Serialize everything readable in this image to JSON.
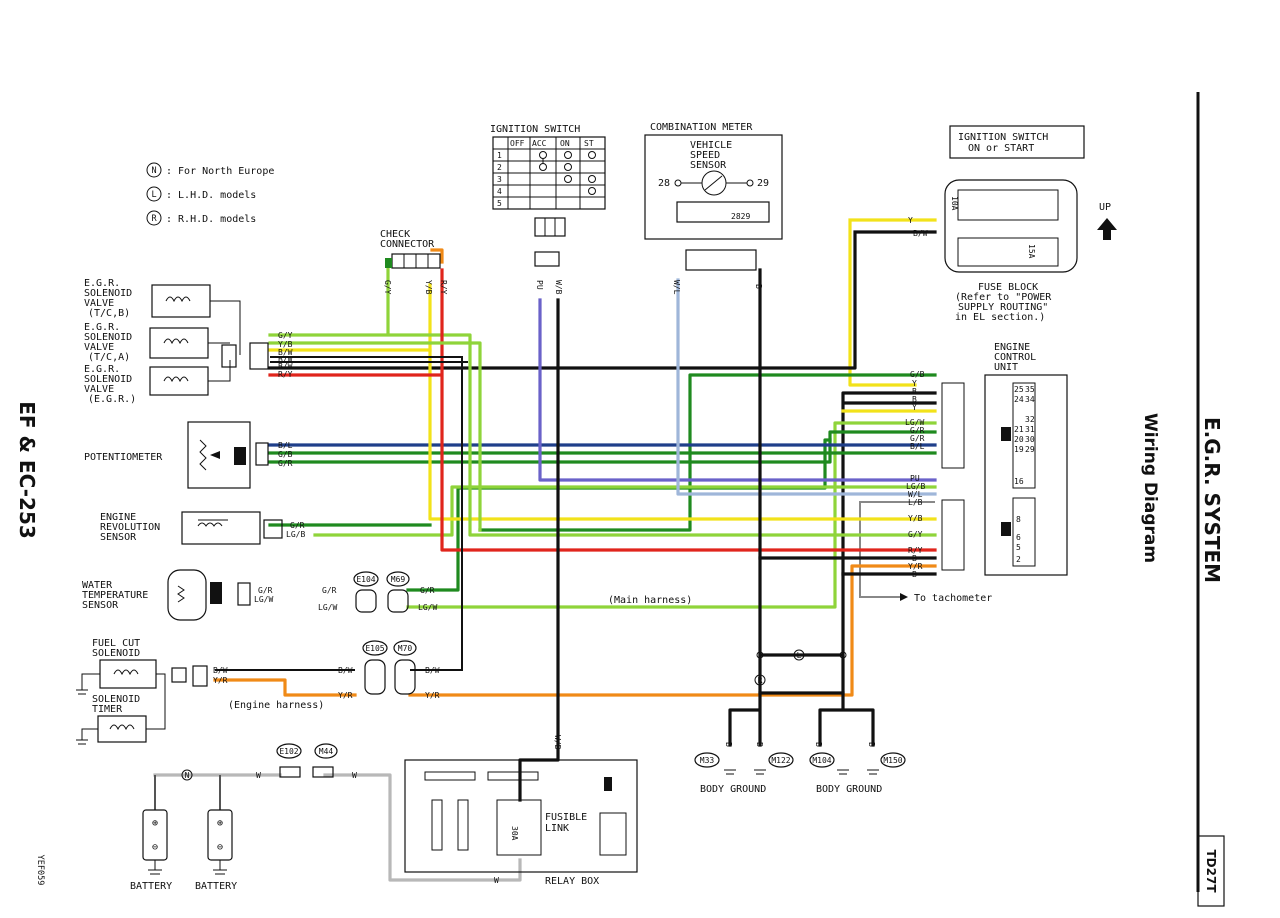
{
  "legend": [
    {
      "symbol": "N",
      "text": ": For North Europe"
    },
    {
      "symbol": "L",
      "text": ": L.H.D. models"
    },
    {
      "symbol": "R",
      "text": ": R.H.D. models"
    }
  ],
  "side_title": "EF & EC-253",
  "right_title": "E.G.R. SYSTEM",
  "right_subtitle": "Wiring Diagram",
  "model_badge": "TD27T",
  "image_code": "YEF059",
  "colors": {
    "green": "#1f8a1f",
    "light_green": "#8fd43a",
    "yellow": "#f2e21a",
    "orange": "#f08a17",
    "red": "#e0251c",
    "blue_purple": "#6a62c9",
    "light_blue": "#9fb6d9",
    "black": "#111111",
    "gray": "#b8b8b8"
  },
  "components": {
    "check_connector": [
      "CHECK",
      "CONNECTOR"
    ],
    "ignition_switch": {
      "title": "IGNITION SWITCH",
      "headers": [
        "OFF",
        "ACC",
        "ON",
        "ST"
      ],
      "rows": [
        "1",
        "2",
        "3",
        "4",
        "5"
      ]
    },
    "combination_meter": {
      "title": "COMBINATION METER",
      "lines": [
        "VEHICLE",
        "SPEED",
        "SENSOR"
      ],
      "pin_left": "28",
      "pin_right": "29",
      "pin_label": "2829"
    },
    "ign_on_start": [
      "IGNITION SWITCH",
      "ON or START"
    ],
    "fuse_10a": "10A",
    "fuse_15a": "15A",
    "fuse_block": [
      "FUSE BLOCK",
      "(Refer to \"POWER",
      "SUPPLY ROUTING\"",
      "in EL section.)"
    ],
    "up": "UP",
    "ecu": {
      "title": [
        "ENGINE",
        "CONTROL",
        "UNIT"
      ],
      "pins": [
        "25",
        "35",
        "24",
        "34",
        "32",
        "21",
        "31",
        "20",
        "30",
        "19",
        "29",
        "16",
        "8",
        "6",
        "5",
        "2"
      ]
    },
    "egr_valve_tcb": [
      "E.G.R.",
      "SOLENOID",
      "VALVE",
      "(T/C,B)"
    ],
    "egr_valve_tca": [
      "E.G.R.",
      "SOLENOID",
      "VALVE",
      "(T/C,A)"
    ],
    "egr_valve_egr": [
      "E.G.R.",
      "SOLENOID",
      "VALVE",
      "(E.G.R.)"
    ],
    "potentiometer": "POTENTIOMETER",
    "engine_rev": [
      "ENGINE",
      "REVOLUTION",
      "SENSOR"
    ],
    "water_temp": [
      "WATER",
      "TEMPERATURE",
      "SENSOR"
    ],
    "fuel_cut": [
      "FUEL CUT",
      "SOLENOID"
    ],
    "solenoid_timer": [
      "SOLENOID",
      "TIMER"
    ],
    "battery_1": "BATTERY",
    "battery_2": "BATTERY",
    "relay_box": "RELAY BOX",
    "fusible_link": [
      "FUSIBLE",
      "LINK"
    ],
    "fuse_30a": "30A",
    "body_ground_1": "BODY GROUND",
    "body_ground_2": "BODY GROUND",
    "to_tachometer": "To tachometer",
    "main_harness": "(Main harness)",
    "engine_harness": "(Engine harness)"
  },
  "connectors": [
    "E104",
    "M69",
    "E105",
    "M70",
    "E102",
    "M44",
    "M33",
    "M122",
    "M104",
    "M150"
  ],
  "wire_codes": {
    "gy": "G/Y",
    "yb": "Y/B",
    "bw": "B/W",
    "ry": "R/Y",
    "bl": "B/L",
    "gb": "G/B",
    "gr": "G/R",
    "lgb": "LG/B",
    "lgw": "LG/W",
    "pu": "PU",
    "wl": "W/L",
    "lb": "L/B",
    "yr": "Y/R",
    "b": "B",
    "y": "Y",
    "w": "W",
    "wb": "W/B"
  },
  "pin_tags": {
    "n": "N",
    "l": "L",
    "r": "R"
  }
}
